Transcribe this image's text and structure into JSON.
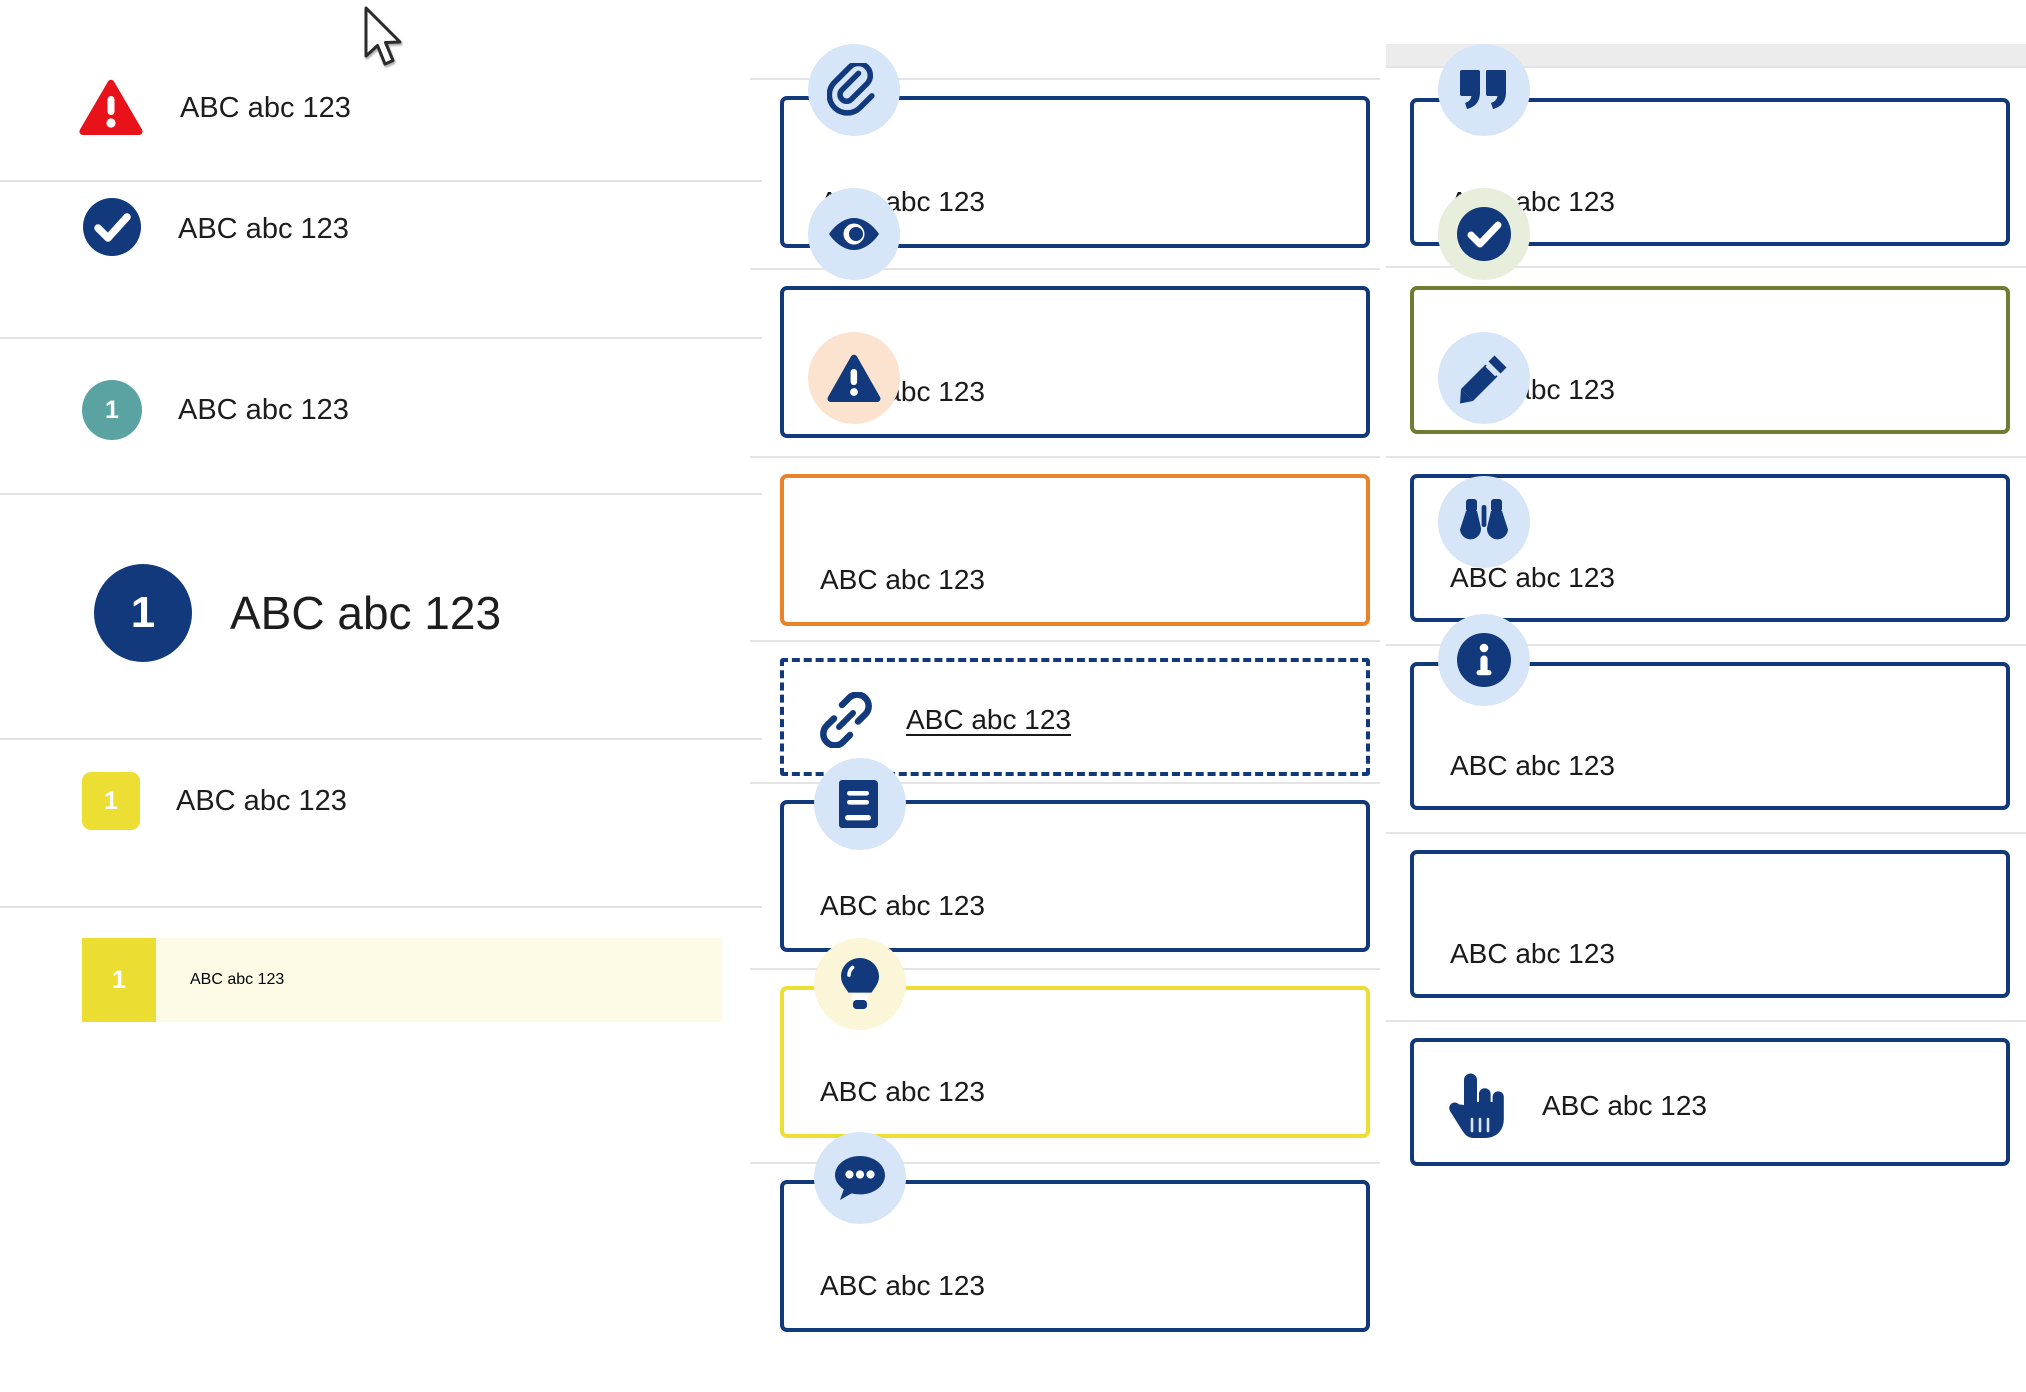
{
  "left_list": {
    "rows": [
      {
        "id": "row-alert",
        "icon": "warning-triangle-icon",
        "badge": "",
        "label": "ABC abc 123"
      },
      {
        "id": "row-check",
        "icon": "check-circle-icon",
        "badge": "",
        "label": "ABC abc 123"
      },
      {
        "id": "row-teal",
        "icon": "number-badge-circle",
        "badge": "1",
        "label": "ABC abc 123"
      },
      {
        "id": "row-feature",
        "icon": "number-badge-large",
        "badge": "1",
        "label": "ABC abc 123"
      },
      {
        "id": "row-yellow",
        "icon": "number-badge-square",
        "badge": "1",
        "label": "ABC abc 123"
      }
    ],
    "highlighted_row": {
      "id": "row-highlight",
      "badge": "1",
      "label": "ABC abc 123"
    }
  },
  "middle_column": {
    "cards": [
      {
        "id": "card-attachment",
        "icon": "paperclip-icon",
        "label": "ABC abc 123",
        "style": "navy"
      },
      {
        "id": "card-view",
        "icon": "eye-icon",
        "label": "ABC abc 123",
        "style": "navy"
      },
      {
        "id": "card-warning",
        "icon": "warning-triangle-icon",
        "label": "ABC abc 123",
        "style": "orange"
      },
      {
        "id": "card-link",
        "icon": "link-chain-icon",
        "label": "ABC abc 123",
        "style": "dashed-link"
      },
      {
        "id": "card-book",
        "icon": "book-icon",
        "label": "ABC abc 123",
        "style": "navy"
      },
      {
        "id": "card-tip",
        "icon": "lightbulb-icon",
        "label": "ABC abc 123",
        "style": "yellow"
      },
      {
        "id": "card-comment",
        "icon": "chat-bubble-icon",
        "label": "ABC abc 123",
        "style": "navy"
      }
    ]
  },
  "right_column": {
    "cards": [
      {
        "id": "card-quote",
        "icon": "quote-marks-icon",
        "label": "ABC abc 123",
        "style": "navy"
      },
      {
        "id": "card-success",
        "icon": "check-circle-icon",
        "label": "ABC abc 123",
        "style": "olive"
      },
      {
        "id": "card-edit",
        "icon": "pencil-icon",
        "label": "ABC abc 123",
        "style": "navy"
      },
      {
        "id": "card-observe",
        "icon": "binoculars-icon",
        "label": "ABC abc 123",
        "style": "navy"
      },
      {
        "id": "card-info",
        "icon": "info-circle-icon",
        "label": "ABC abc 123",
        "style": "navy"
      },
      {
        "id": "card-action",
        "icon": "hand-pointer-icon",
        "label": "ABC abc 123",
        "style": "navy"
      }
    ]
  },
  "colors": {
    "navy": "#12397a",
    "navy_deep": "#11397c",
    "red": "#e8131a",
    "teal": "#5ba3a3",
    "yellow": "#edde34",
    "yellow_bg": "#fdfbe6",
    "orange": "#e8832a",
    "olive": "#6f7c31",
    "icon_bubble_blue": "#d7e5f9",
    "icon_bubble_peach": "#fbe3cf",
    "icon_bubble_mint": "#e7eedc",
    "icon_bubble_cream": "#fbf6d7",
    "separator": "#e2e2e2"
  },
  "cursor": {
    "icon": "mouse-pointer-icon"
  }
}
